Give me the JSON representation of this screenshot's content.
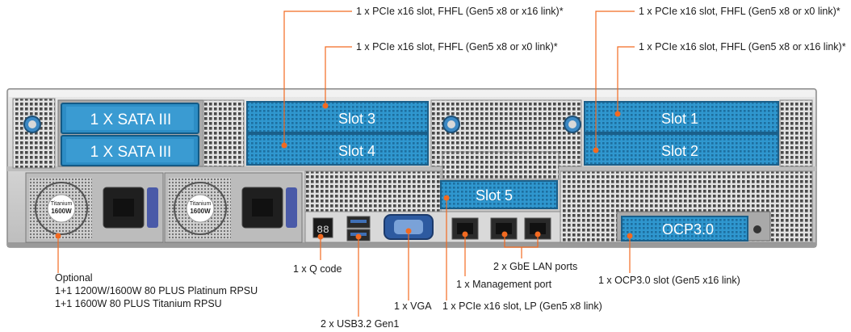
{
  "callouts": {
    "top_left_1": "1 x PCIe x16 slot, FHFL (Gen5 x8 or x16 link)*",
    "top_left_2": "1 x PCIe x16 slot, FHFL (Gen5 x8 or x0 link)*",
    "top_right_1": "1 x PCIe x16 slot, FHFL (Gen5 x8 or x0 link)*",
    "top_right_2": "1 x PCIe x16 slot, FHFL (Gen5 x8 or x16 link)*",
    "psu_line1": "Optional",
    "psu_line2": "1+1 1200W/1600W 80 PLUS Platinum RPSU",
    "psu_line3": "1+1 1600W 80 PLUS Titanium RPSU",
    "q_code": "1 x Q code",
    "usb": "2 x USB3.2 Gen1",
    "vga": "1 x VGA",
    "pcie_lp": "1 x PCIe x16 slot, LP (Gen5 x8 link)",
    "mgmt": "1 x Management port",
    "lan": "2 x GbE LAN ports",
    "ocp": "1 x OCP3.0 slot (Gen5 x16 link)"
  },
  "server": {
    "sata1": "1 X SATA III",
    "sata2": "1 X SATA III",
    "slot3": "Slot 3",
    "slot4": "Slot 4",
    "slot1": "Slot 1",
    "slot2": "Slot 2",
    "slot5": "Slot 5",
    "ocp": "OCP3.0",
    "psu1_badge_line1": "Titanium",
    "psu1_badge_line2": "1600W",
    "psu2_badge_line1": "Titanium",
    "psu2_badge_line2": "1600W",
    "qcode_display": "88"
  },
  "colors": {
    "leader": "#f26a21",
    "slot_blue": "#2b8fc6",
    "slot_blue_dark": "#1f6fa0",
    "chassis": "#c9c9c9",
    "chassis_dark": "#6f6f6f"
  }
}
